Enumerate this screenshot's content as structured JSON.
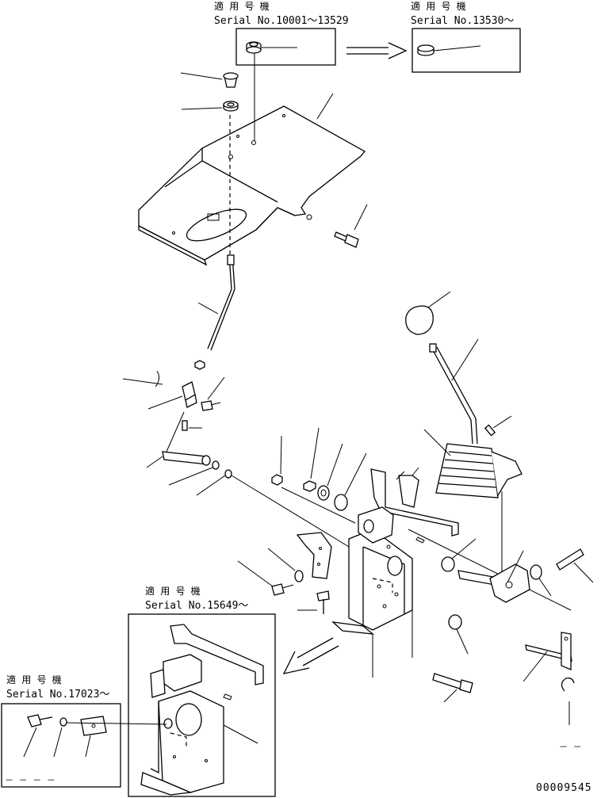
{
  "serials": {
    "s1": {
      "applicable": "適 用 号 機",
      "serial": "Serial No.10001～13529"
    },
    "s2": {
      "applicable": "適 用 号 機",
      "serial": "Serial No.13530～"
    },
    "s3": {
      "applicable": "適 用 号 機",
      "serial": "Serial No.15649～"
    },
    "s4": {
      "applicable": "適 用 号 機",
      "serial": "Serial No.17023～"
    }
  },
  "drawing_number": "00009545",
  "dash_marks": {
    "right": "－ －",
    "left": "－ －  － －"
  }
}
